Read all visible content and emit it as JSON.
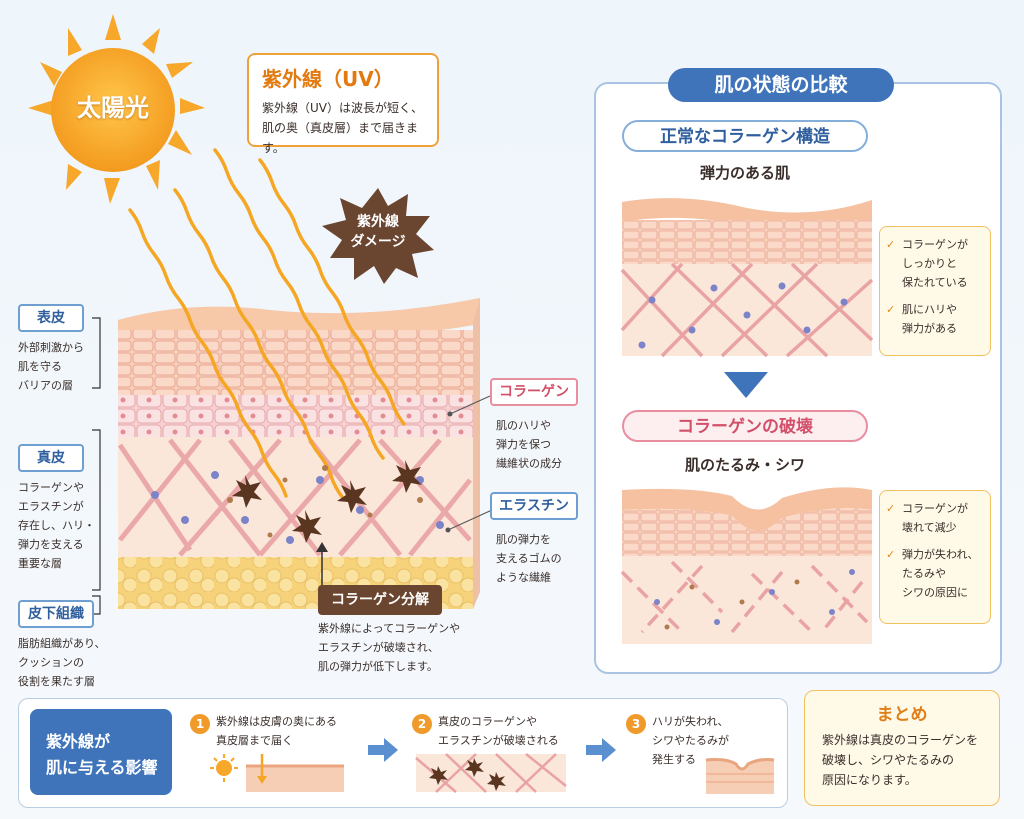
{
  "sun": {
    "label": "太陽光"
  },
  "uv_box": {
    "title": "紫外線（UV）",
    "desc_line1": "紫外線（UV）は波長が短く、",
    "desc_line2": "肌の奥（真皮層）まで届きます。"
  },
  "damage_badge": {
    "line1": "紫外線",
    "line2": "ダメージ"
  },
  "layers": {
    "epidermis": {
      "title": "表皮",
      "desc": [
        "外部刺激から",
        "肌を守る",
        "バリアの層"
      ]
    },
    "dermis": {
      "title": "真皮",
      "desc": [
        "コラーゲンや",
        "エラスチンが",
        "存在し、ハリ・",
        "弾力を支える",
        "重要な層"
      ]
    },
    "subcutis": {
      "title": "皮下組織",
      "desc": [
        "脂肪組織があり、",
        "クッションの",
        "役割を果たす層"
      ]
    }
  },
  "collagen": {
    "title": "コラーゲン",
    "desc": [
      "肌のハリや",
      "弾力を保つ",
      "繊維状の成分"
    ]
  },
  "elastin": {
    "title": "エラスチン",
    "desc": [
      "肌の弾力を",
      "支えるゴムの",
      "ような繊維"
    ]
  },
  "breakdown": {
    "title": "コラーゲン分解",
    "desc": [
      "紫外線によってコラーゲンや",
      "エラスチンが破壊され、",
      "肌の弾力が低下します。"
    ]
  },
  "comparison": {
    "title": "肌の状態の比較",
    "normal": {
      "title": "正常なコラーゲン構造",
      "caption": "弾力のある肌",
      "notes": [
        [
          "コラーゲンが",
          "しっかりと",
          "保たれている"
        ],
        [
          "肌にハリや",
          "弾力がある"
        ]
      ]
    },
    "damaged": {
      "title": "コラーゲンの破壊",
      "caption": "肌のたるみ・シワ",
      "notes": [
        [
          "コラーゲンが",
          "壊れて減少"
        ],
        [
          "弾力が失われ、",
          "たるみや",
          "シワの原因に"
        ]
      ]
    }
  },
  "effects": {
    "title_line1": "紫外線が",
    "title_line2": "肌に与える影響",
    "steps": [
      {
        "num": "1",
        "line1": "紫外線は皮膚の奥にある",
        "line2": "真皮層まで届く"
      },
      {
        "num": "2",
        "line1": "真皮のコラーゲンや",
        "line2": "エラスチンが破壊される"
      },
      {
        "num": "3",
        "line1": "ハリが失われ、",
        "line2": "シワやたるみが",
        "line3": "発生する"
      }
    ]
  },
  "summary": {
    "title": "まとめ",
    "text": [
      "紫外線は真皮のコラーゲンを",
      "破壊し、シワやたるみの",
      "原因になります。"
    ]
  },
  "colors": {
    "accent_blue": "#3f74bb",
    "orange": "#ef9a2a",
    "skin": "#f4c7ae",
    "collagen": "#e9a5a5",
    "fat": "#f8dc8a"
  }
}
